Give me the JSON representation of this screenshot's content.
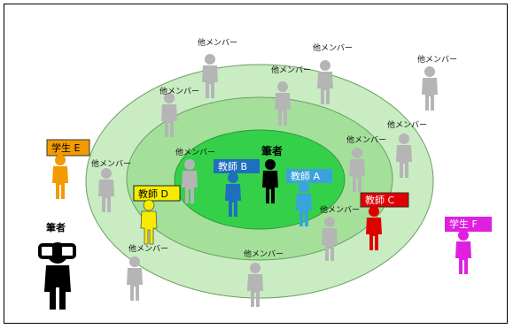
{
  "author_center_label": "筆者",
  "author_left_label": "筆者",
  "tags": {
    "teacher_a": "教師 A",
    "teacher_b": "教師 B",
    "teacher_c": "教師 C",
    "teacher_d": "教師 D",
    "student_e": "学生 E",
    "student_f": "学生 F"
  },
  "other_member": "他メンバー",
  "colors": {
    "outer_ring": "#c9ecc3",
    "middle_ring": "#a4e09a",
    "inner_ring": "#35d04a",
    "ring_stroke": "#6aa060",
    "figure_gray": "#b5b5b5",
    "teacher_a": "#3aa3dc",
    "teacher_b": "#1f6fbf",
    "teacher_c": "#e00000",
    "teacher_d": "#f7ec00",
    "student_e": "#f29b00",
    "student_f": "#e020e0",
    "author": "#000000"
  }
}
